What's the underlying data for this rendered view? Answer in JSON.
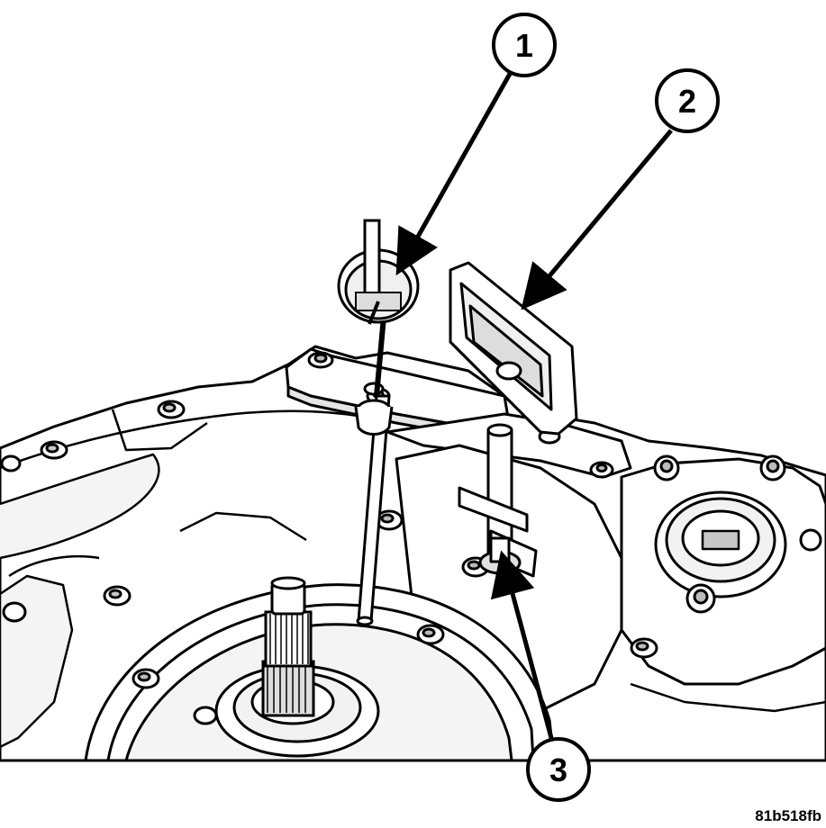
{
  "callouts": [
    {
      "label": "1"
    },
    {
      "label": "2"
    },
    {
      "label": "3"
    }
  ],
  "figure_id": "81b518fb",
  "colors": {
    "line": "#000000",
    "fill": "#ffffff",
    "light_fill": "#f2f2f2",
    "shade": "#c8c8c8"
  }
}
